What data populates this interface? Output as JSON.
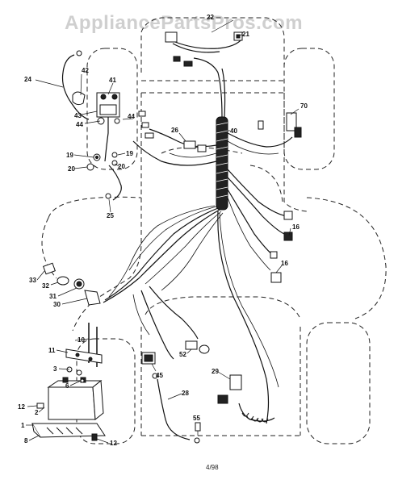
{
  "watermark": "AppliancePartsPros.com",
  "footer_code": "4/98",
  "callouts": {
    "c1": "1",
    "c2": "2",
    "c3": "3",
    "c6": "6",
    "c8": "8",
    "c10": "10",
    "c11": "11",
    "c12a": "12",
    "c12b": "12",
    "c16a": "16",
    "c16b": "16",
    "c19a": "19",
    "c19b": "19",
    "c20a": "20",
    "c20b": "20",
    "c21": "21",
    "c22": "22",
    "c24": "24",
    "c25": "25",
    "c26": "26",
    "c28": "28",
    "c29": "29",
    "c30": "30",
    "c31": "31",
    "c32": "32",
    "c33": "33",
    "c40": "40",
    "c41": "41",
    "c42": "42",
    "c43": "43",
    "c44a": "44",
    "c44b": "44",
    "c45": "45",
    "c52": "52",
    "c55": "55",
    "c70": "70"
  }
}
